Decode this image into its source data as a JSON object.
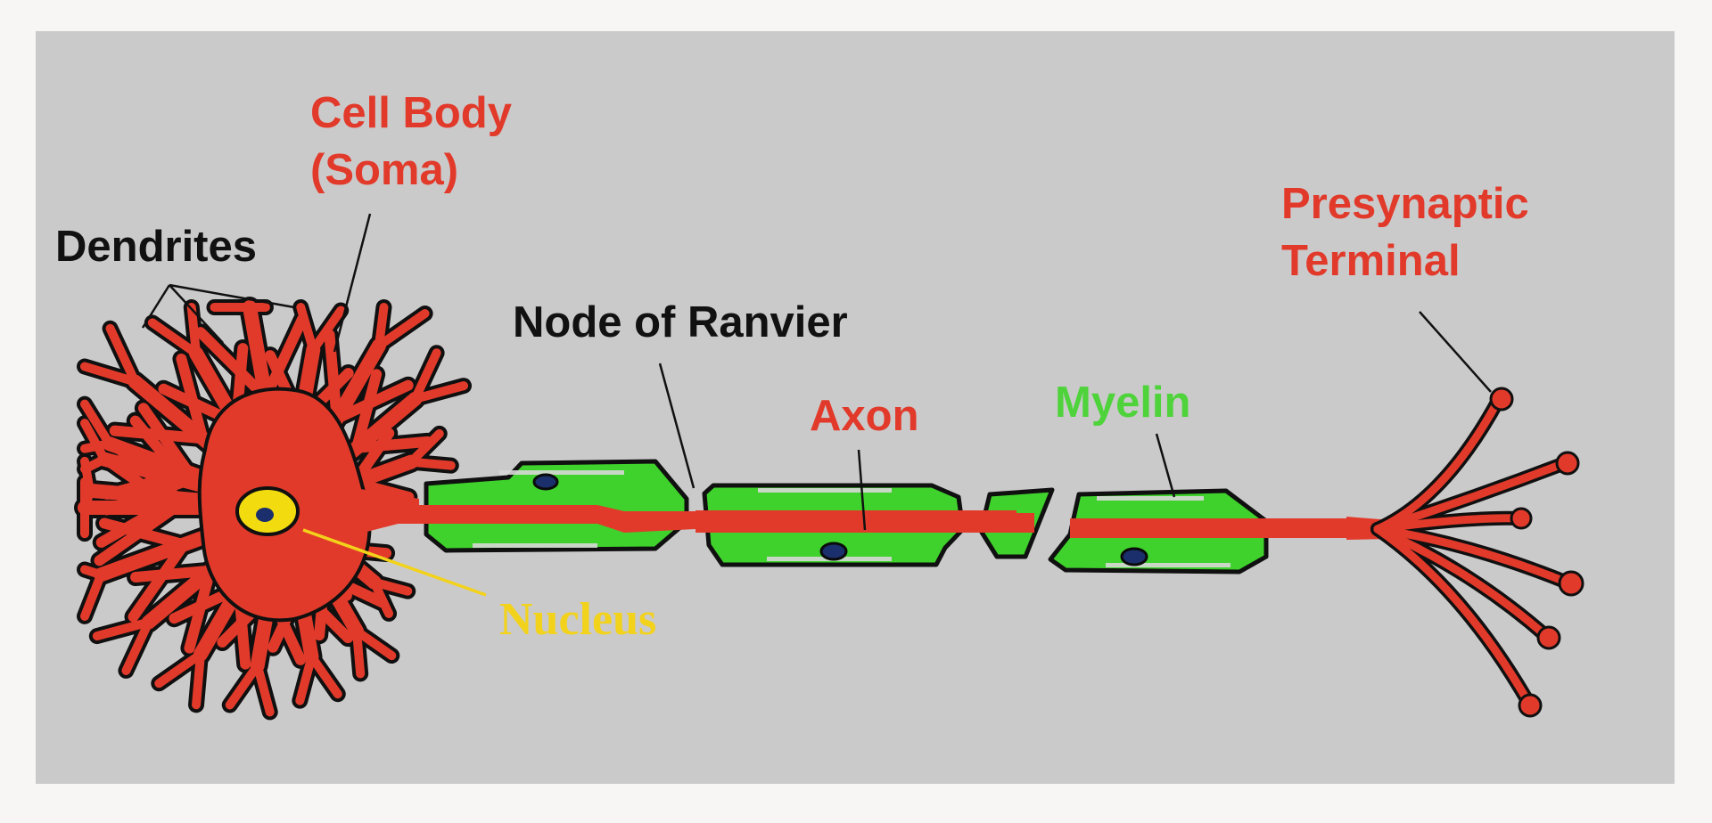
{
  "colors": {
    "frame": "#f7f6f4",
    "panel": "#cbcacb",
    "soma": "#e23a2a",
    "outline": "#101010",
    "myelin": "#3fd12c",
    "nucleus": "#f2dc10",
    "nucleolus": "#1a2f6b",
    "label_black": "#111111",
    "label_red": "#e23a2a",
    "label_green": "#4ed33b",
    "label_yellow": "#f2d21a"
  },
  "labels": {
    "cell_body_line1": "Cell Body",
    "cell_body_line2": "(Soma)",
    "dendrites": "Dendrites",
    "node_of_ranvier": "Node of Ranvier",
    "axon": "Axon",
    "myelin": "Myelin",
    "nucleus": "Nucleus",
    "presynaptic_line1": "Presynaptic",
    "presynaptic_line2": "Terminal"
  }
}
